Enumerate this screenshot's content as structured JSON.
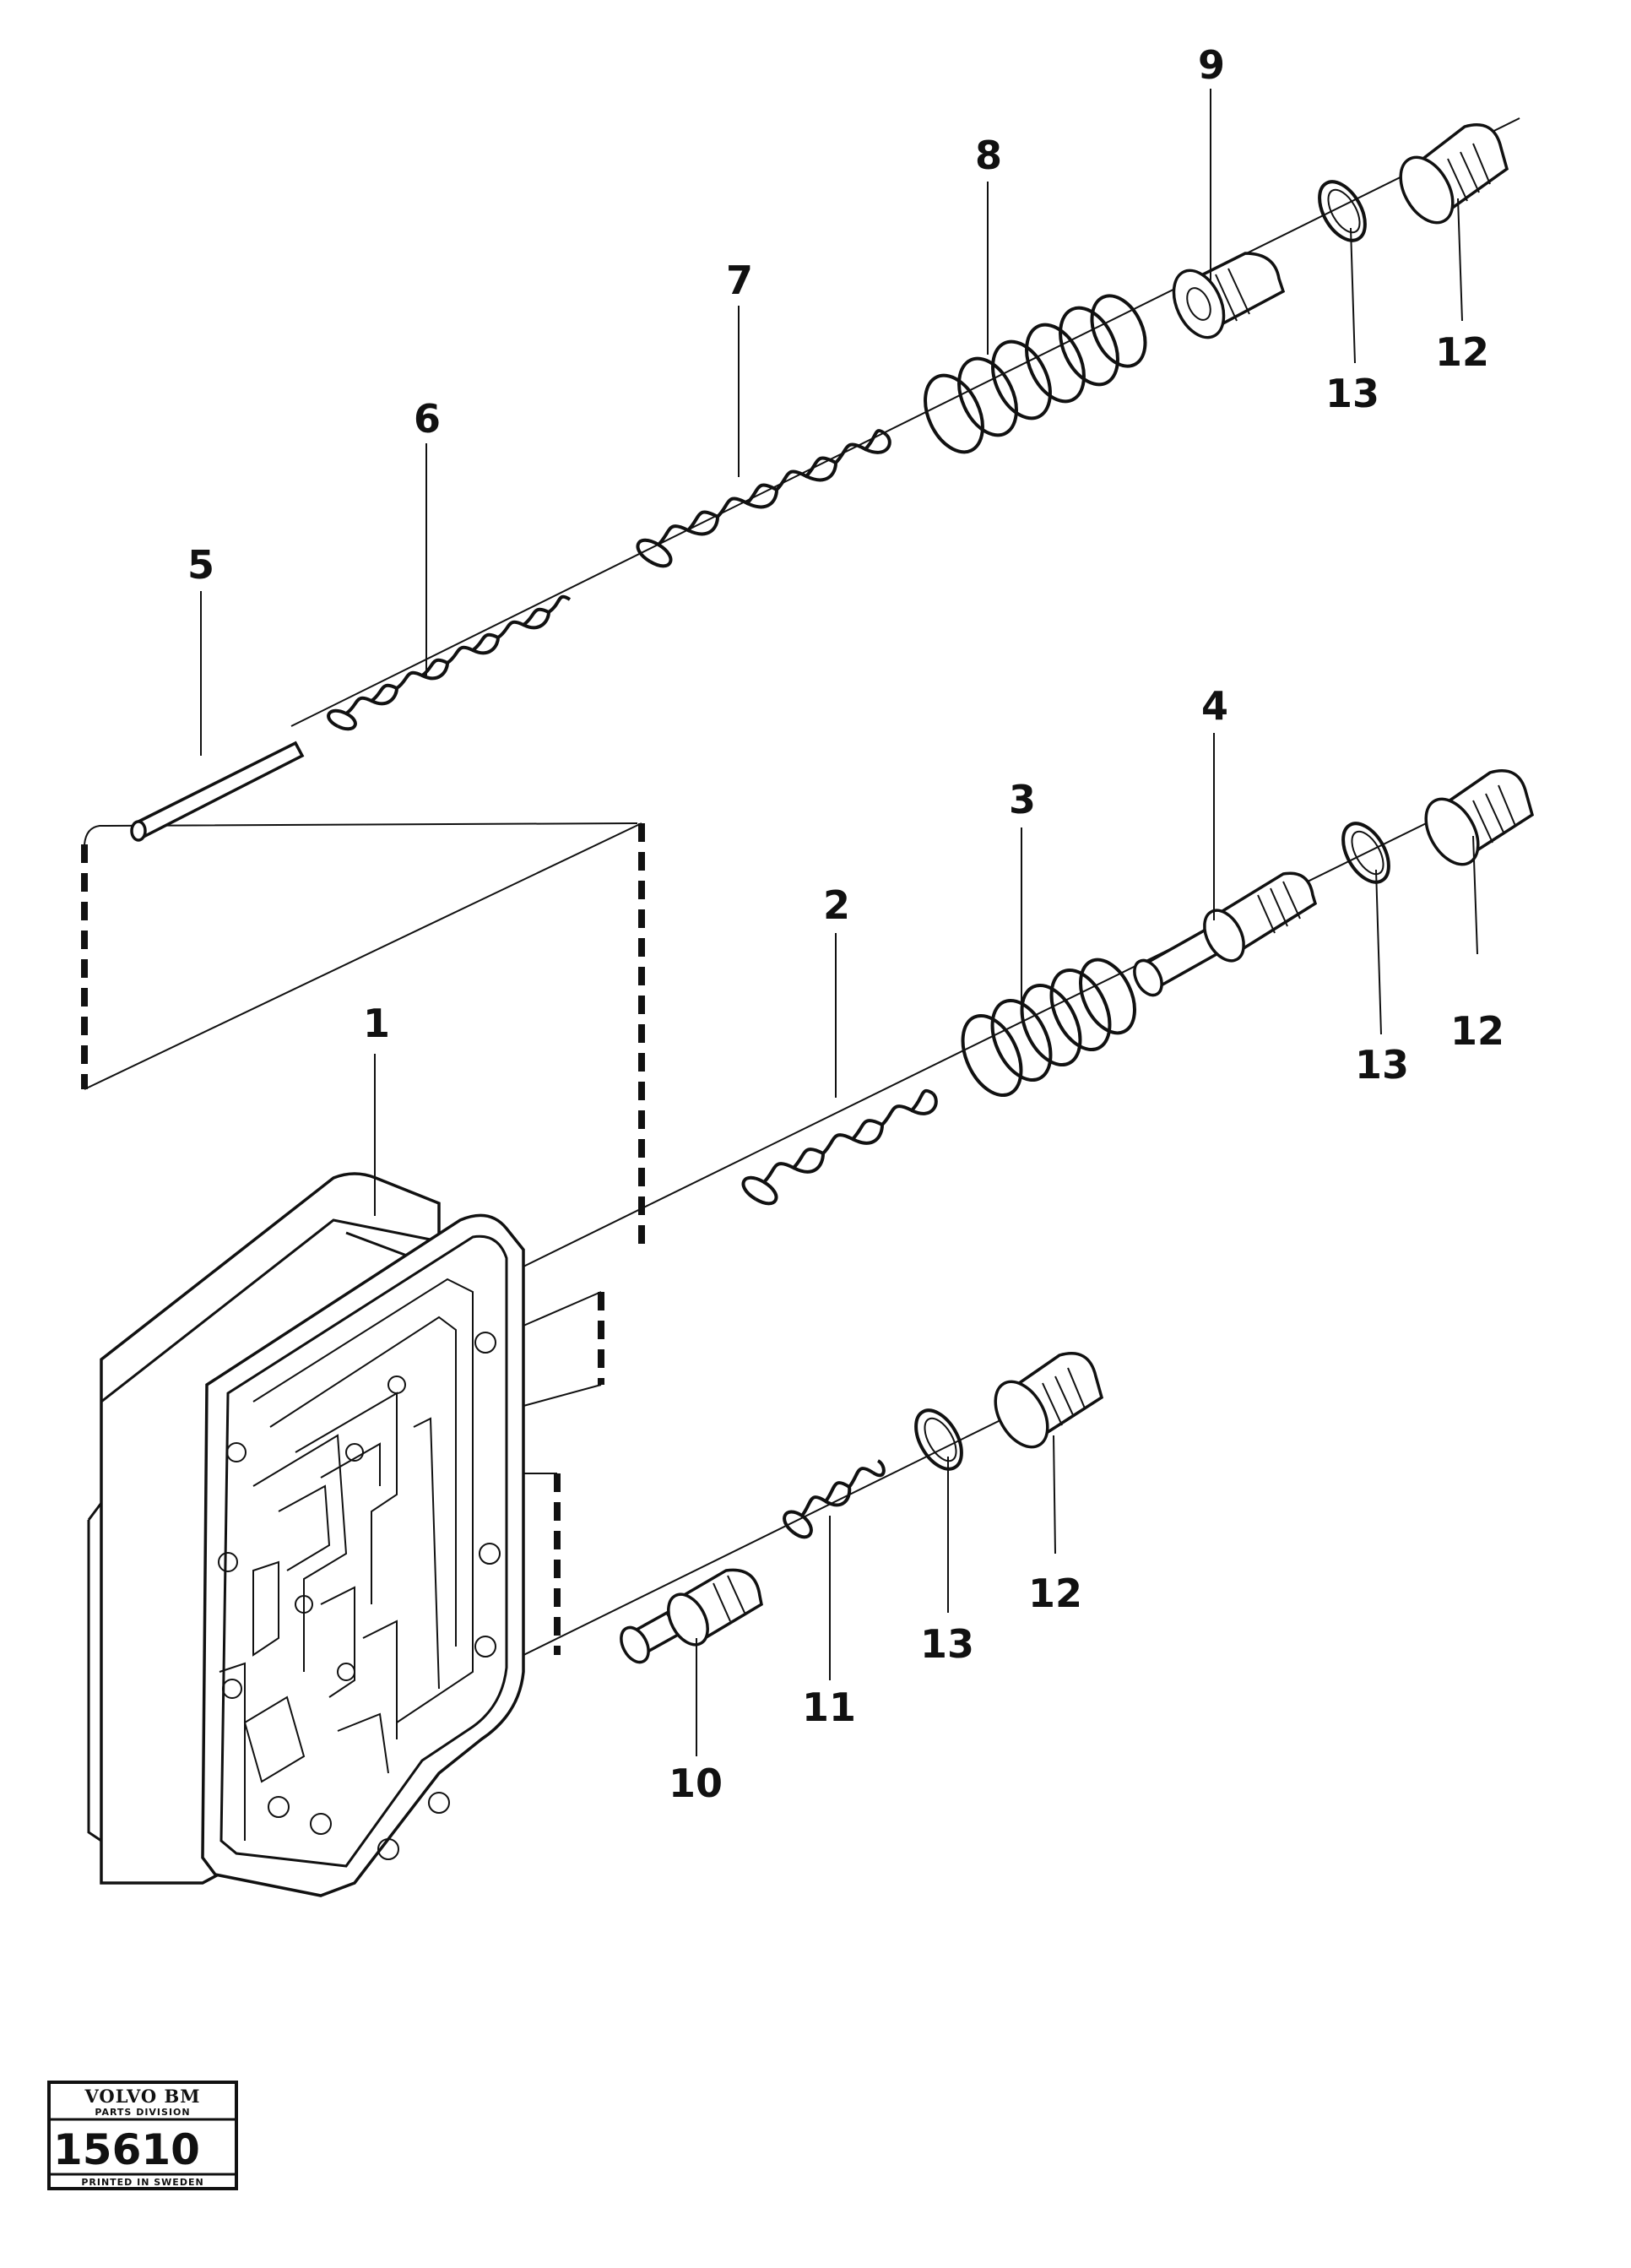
{
  "callouts": {
    "c1": "1",
    "c2": "2",
    "c3": "3",
    "c4": "4",
    "c5": "5",
    "c6": "6",
    "c7": "7",
    "c8": "8",
    "c9": "9",
    "c10": "10",
    "c11": "11",
    "c12a": "12",
    "c12b": "12",
    "c12c": "12",
    "c13a": "13",
    "c13b": "13",
    "c13c": "13"
  },
  "stamp": {
    "brand": "VOLVO BM",
    "division": "PARTS DIVISION",
    "number": "15610",
    "footer": "PRINTED IN SWEDEN"
  }
}
